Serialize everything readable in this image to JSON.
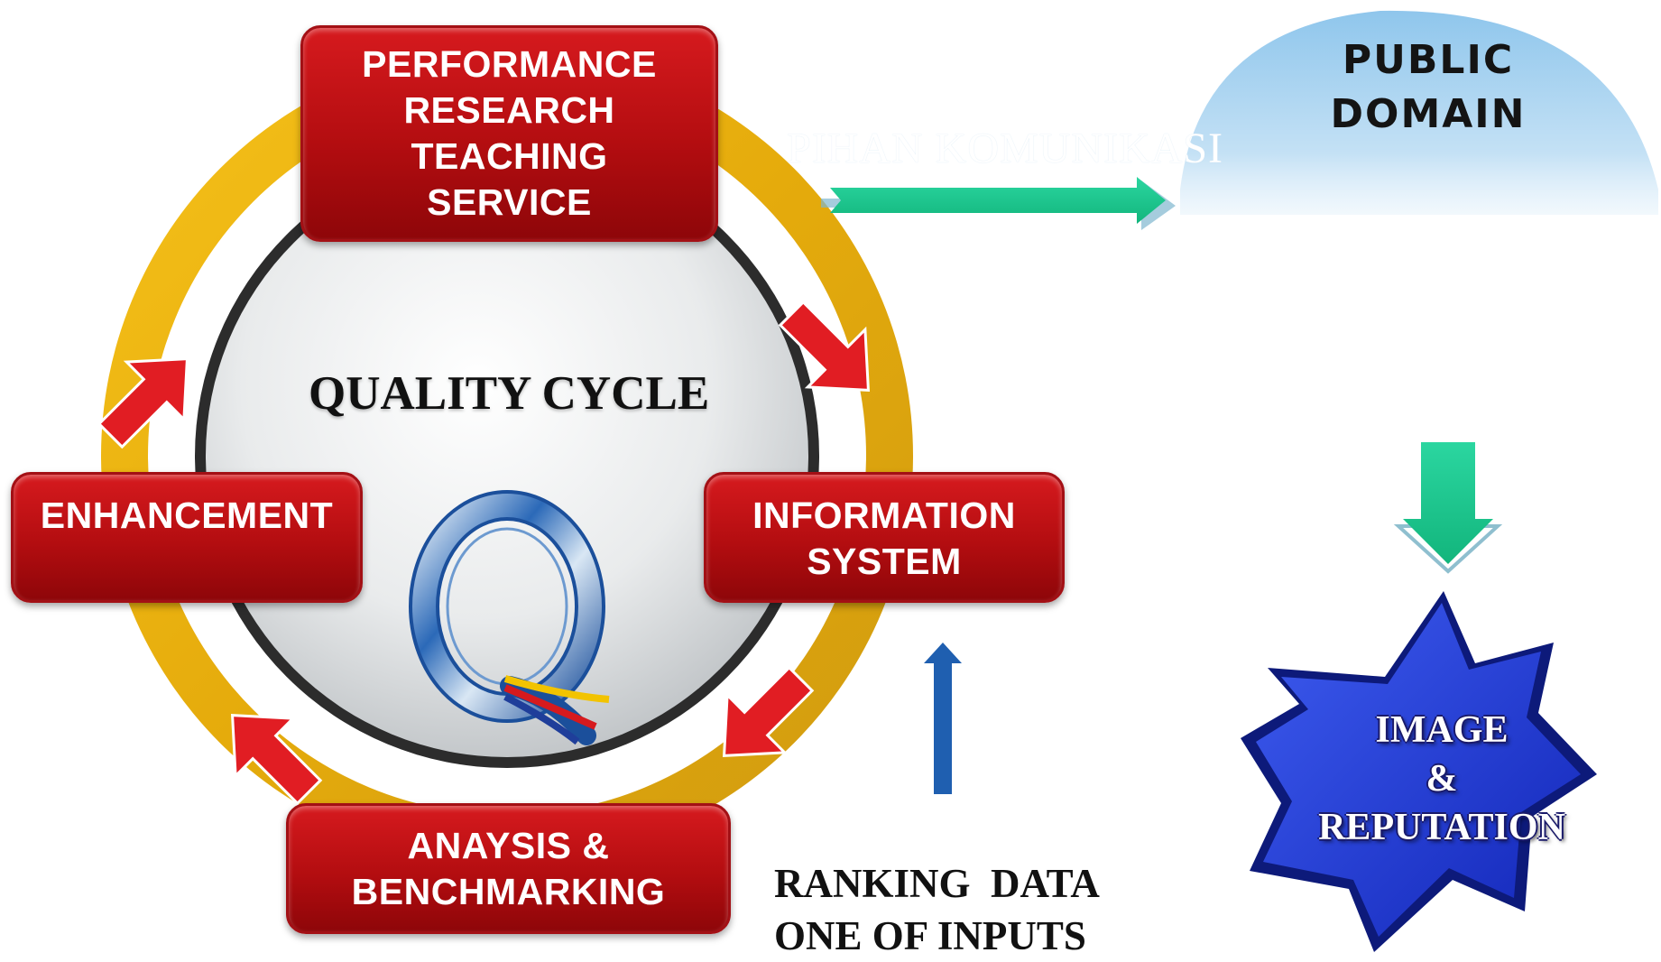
{
  "cycle": {
    "title": "QUALITY CYCLE",
    "top_box": [
      "PERFORMANCE",
      "RESEARCH",
      "TEACHING",
      "SERVICE"
    ],
    "left_box": [
      "ENHANCEMENT"
    ],
    "right_box": [
      "INFORMATION",
      "SYSTEM"
    ],
    "bottom_box": [
      "ANAYSIS &",
      "BENCHMARKING"
    ],
    "logo_letter": "Q"
  },
  "public_domain": {
    "lines": [
      "PUBLIC",
      "DOMAIN"
    ],
    "watermark": "PIHAN KOMUNIKASI"
  },
  "ranking_note": {
    "lines": [
      "RANKING  DATA",
      "ONE OF INPUTS"
    ]
  },
  "outcome": {
    "lines": [
      "IMAGE",
      "&",
      "REPUTATION"
    ]
  },
  "colors": {
    "box_red": "#c0121a",
    "ring_gold": "#e6b10f",
    "arrow_green": "#1ec98f",
    "arrow_blue": "#1f5fb0",
    "star_blue": "#1d35d0",
    "cloud_blue": "#9ecdee"
  }
}
